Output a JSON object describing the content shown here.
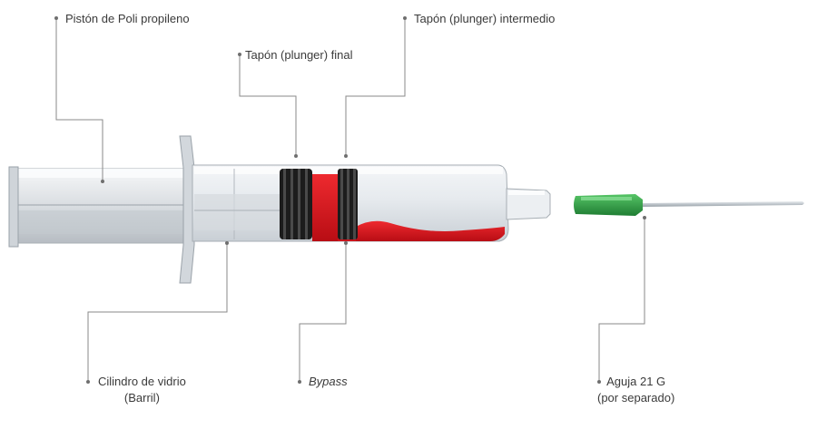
{
  "labels": {
    "piston": "Pistón de Poli propileno",
    "tapon_final": "Tapón (plunger) final",
    "tapon_intermedio": "Tapón (plunger) intermedio",
    "cilindro_line1": "Cilindro de vidrio",
    "cilindro_line2": "(Barril)",
    "bypass": "Bypass",
    "aguja_line1": "Aguja 21 G",
    "aguja_line2": "(por separado)"
  },
  "colors": {
    "leader_line": "#8a8a8a",
    "stopper_dark": "#1a1a1a",
    "medication_red": "#d7141c",
    "needle_hub_green": "#2f9e44",
    "glass": "#dfe4e8"
  }
}
